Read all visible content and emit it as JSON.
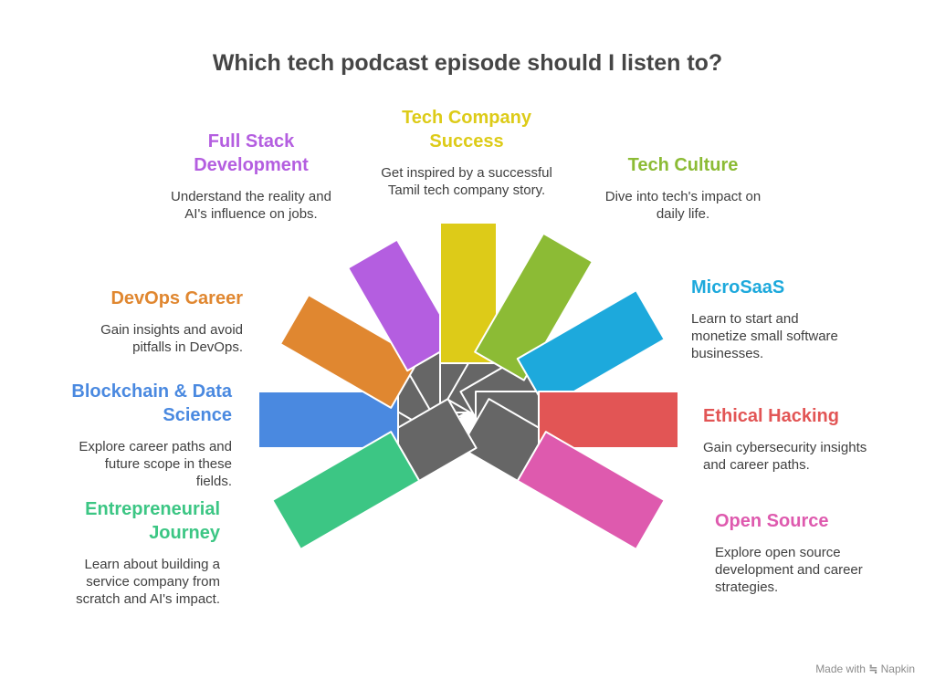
{
  "title": "Which tech podcast episode should I listen to?",
  "hub_color": "#666666",
  "topics": [
    {
      "id": "blockchain",
      "title_lines": [
        "Blockchain & Data",
        "Science"
      ],
      "desc": "Explore career paths and future scope in these fields.",
      "color": "#4A89E0"
    },
    {
      "id": "devops",
      "title_lines": [
        "DevOps Career"
      ],
      "desc": "Gain insights and avoid pitfalls in DevOps.",
      "color": "#E08730"
    },
    {
      "id": "fullstack",
      "title_lines": [
        "Full Stack",
        "Development"
      ],
      "desc": "Understand the reality and AI's influence on jobs.",
      "color": "#B45EE0"
    },
    {
      "id": "techcompany",
      "title_lines": [
        "Tech Company",
        "Success"
      ],
      "desc": "Get inspired by a successful Tamil tech company story.",
      "color": "#DDCB18"
    },
    {
      "id": "techculture",
      "title_lines": [
        "Tech Culture"
      ],
      "desc": "Dive into tech's impact on daily life.",
      "color": "#8CBB35"
    },
    {
      "id": "microsaas",
      "title_lines": [
        "MicroSaaS"
      ],
      "desc": "Learn to start and monetize small software businesses.",
      "color": "#1DA9DC"
    },
    {
      "id": "ethical",
      "title_lines": [
        "Ethical Hacking"
      ],
      "desc": "Gain cybersecurity insights and career paths.",
      "color": "#E25555"
    },
    {
      "id": "opensource",
      "title_lines": [
        "Open Source"
      ],
      "desc": "Explore open source development and career strategies.",
      "color": "#DE5AAE"
    },
    {
      "id": "entrepreneur",
      "title_lines": [
        "Entrepreneurial",
        "Journey"
      ],
      "desc": "Learn about building a service company from scratch and AI's impact.",
      "color": "#3CC684"
    }
  ],
  "footer": {
    "prefix": "Made with",
    "brand": "Napkin"
  }
}
